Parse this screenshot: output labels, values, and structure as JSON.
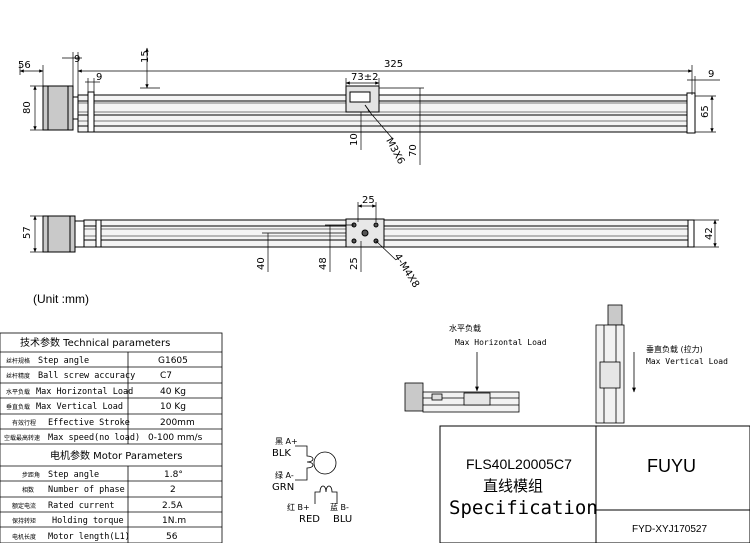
{
  "dims": {
    "total_length": "325",
    "motor_length": "56",
    "flange_gap": "9",
    "offset_top": "15",
    "carriage_width": "73±2",
    "end_gap_left": "9",
    "end_gap_right": "9",
    "side_height": "80",
    "rail_height": "65",
    "carriage_offset": "10",
    "carriage_screw": "M3X6",
    "base_height": "70",
    "top_pad": "25",
    "top_height": "57",
    "top_rail_height": "42",
    "hole_spacing_a": "40",
    "hole_spacing_b": "48",
    "hole_spacing_c": "25",
    "top_screw": "4-M4X8"
  },
  "unit_note": "(Unit :mm)",
  "tech_table": {
    "header": "技术参数 Technical parameters",
    "rows": [
      {
        "cn": "丝杆规格",
        "en": "Step angle",
        "value": "G1605"
      },
      {
        "cn": "丝杆精度",
        "en": "Ball screw accuracy",
        "value": "C7"
      },
      {
        "cn": "水平负载",
        "en": "Max Horizontal Load",
        "value": "40 Kg"
      },
      {
        "cn": "垂直负载",
        "en": "Max Vertical Load",
        "value": "10 Kg"
      },
      {
        "cn": "有效行程",
        "en": "Effective Stroke",
        "value": "200mm"
      },
      {
        "cn": "空载最高转速",
        "en": "Max speed(no load)",
        "value": "0-100 mm/s"
      }
    ]
  },
  "motor_table": {
    "header": "电机参数 Motor Parameters",
    "rows": [
      {
        "cn": "步距角",
        "en": "Step angle",
        "value": "1.8°"
      },
      {
        "cn": "相数",
        "en": "Number of phase",
        "value": "2"
      },
      {
        "cn": "额定电流",
        "en": "Rated current",
        "value": "2.5A"
      },
      {
        "cn": "保持转矩",
        "en": "Holding torque",
        "value": "1N.m"
      },
      {
        "cn": "电机长度",
        "en": "Motor length(L1)",
        "value": "56"
      }
    ]
  },
  "wiring": {
    "a_plus_cn": "黑 A+",
    "a_plus": "BLK",
    "a_minus_cn": "绿 A-",
    "a_minus": "GRN",
    "b_plus_cn": "红 B+",
    "b_plus": "RED",
    "b_minus_cn": "蓝 B-",
    "b_minus": "BLU"
  },
  "loads": {
    "horizontal_cn": "水平负载",
    "horizontal": "Max Horizontal Load",
    "vertical_cn": "垂直负载 (拉力)",
    "vertical": "Max Vertical Load"
  },
  "title_block": {
    "model": "FLS40L20005C7",
    "name_cn": "直线模组",
    "spec": "Specification",
    "brand": "FUYU",
    "drawing_no": "FYD-XYJ170527"
  }
}
